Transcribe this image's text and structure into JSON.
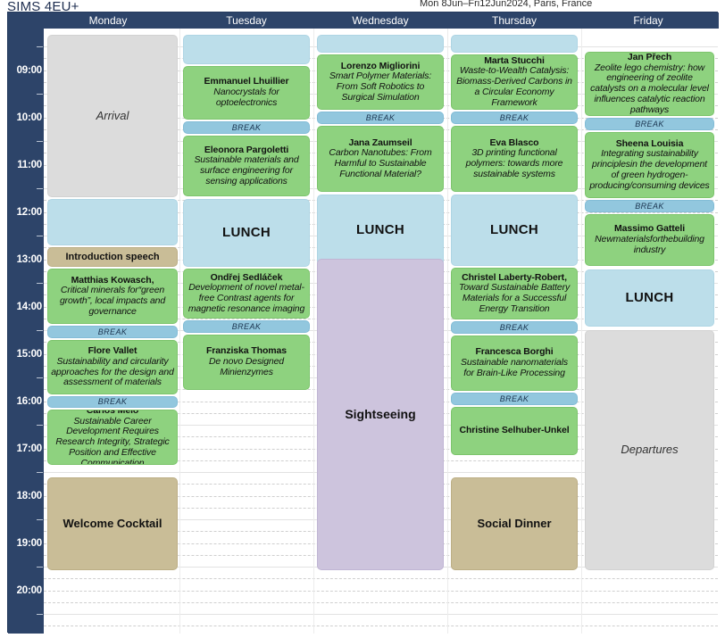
{
  "header": {
    "brand": "SIMS 4EU+",
    "date_range": "Mon 8Jun–Fri12Jun2024, Paris, France"
  },
  "days": [
    {
      "label": "Monday"
    },
    {
      "label": "Tuesday"
    },
    {
      "label": "Wednesday"
    },
    {
      "label": "Thursday"
    },
    {
      "label": "Friday"
    }
  ],
  "time_labels": [
    "09:00",
    "10:00",
    "11:00",
    "12:00",
    "13:00",
    "14:00",
    "15:00",
    "16:00",
    "17:00",
    "18:00",
    "19:00",
    "20:00"
  ],
  "labels": {
    "break": "BREAK",
    "lunch": "LUNCH"
  },
  "events": {
    "mon_arrival": {
      "speaker": "Arrival",
      "title": ""
    },
    "mon_intro": {
      "speaker": "Introduction speech",
      "title": ""
    },
    "mon_kowasch": {
      "speaker": "Matthias Kowasch,",
      "title": "Critical minerals for“green growth”, local impacts and governance"
    },
    "mon_break1": {
      "speaker": "BREAK",
      "title": ""
    },
    "mon_vallet": {
      "speaker": "Flore Vallet",
      "title": "Sustainability and circularity approaches for the design and assessment of materials"
    },
    "mon_break2": {
      "speaker": "BREAK",
      "title": ""
    },
    "mon_melo": {
      "speaker": "Carlos Melo",
      "title": "Sustainable Career Development Requires Research Integrity, Strategic Position and Effective Communication"
    },
    "mon_cocktail": {
      "speaker": "Welcome Cocktail",
      "title": ""
    },
    "tue_lhuillier": {
      "speaker": "Emmanuel Lhuillier",
      "title": "Nanocrystals for optoelectronics"
    },
    "tue_break1": {
      "speaker": "BREAK",
      "title": ""
    },
    "tue_pargoletti": {
      "speaker": "Eleonora Pargoletti",
      "title": "Sustainable materials and surface engineering for sensing applications"
    },
    "tue_lunch": {
      "speaker": "LUNCH",
      "title": ""
    },
    "tue_sedlacek": {
      "speaker": "Ondřej Sedláček",
      "title": "Development of novel metal-free Contrast agents for magnetic resonance imaging"
    },
    "tue_break2": {
      "speaker": "BREAK",
      "title": ""
    },
    "tue_thomas": {
      "speaker": "Franziska Thomas",
      "title": "De novo Designed Minienzymes"
    },
    "wed_migliorini": {
      "speaker": "Lorenzo Migliorini",
      "title": "Smart Polymer Materials: From Soft Robotics to Surgical Simulation"
    },
    "wed_break1": {
      "speaker": "BREAK",
      "title": ""
    },
    "wed_zaumseil": {
      "speaker": "Jana Zaumseil",
      "title": "Carbon Nanotubes: From Harmful to Sustainable Functional Material?"
    },
    "wed_lunch": {
      "speaker": "LUNCH",
      "title": ""
    },
    "wed_sightseeing": {
      "speaker": "Sightseeing",
      "title": ""
    },
    "thu_stucchi": {
      "speaker": "Marta Stucchi",
      "title": "Waste-to-Wealth Catalysis: Biomass-Derived Carbons in a Circular Economy Framework"
    },
    "thu_break1": {
      "speaker": "BREAK",
      "title": ""
    },
    "thu_blasco": {
      "speaker": "Eva Blasco",
      "title": "3D printing functional polymers: towards more sustainable systems"
    },
    "thu_lunch": {
      "speaker": "LUNCH",
      "title": ""
    },
    "thu_laberty": {
      "speaker": "Christel Laberty-Robert,",
      "title": "Toward Sustainable Battery Materials for a Successful Energy Transition"
    },
    "thu_break2": {
      "speaker": "BREAK",
      "title": ""
    },
    "thu_borghi": {
      "speaker": "Francesca Borghi",
      "title": "Sustainable nanomaterials for Brain-Like Processing"
    },
    "thu_break3": {
      "speaker": "BREAK",
      "title": ""
    },
    "thu_selhuber": {
      "speaker": "Christine Selhuber-Unkel",
      "title": ""
    },
    "thu_dinner": {
      "speaker": "Social Dinner",
      "title": ""
    },
    "fri_prech": {
      "speaker": "Jan Přech",
      "title": "Zeolite lego chemistry: how engineering of zeolite catalysts on a molecular level influences catalytic reaction pathways"
    },
    "fri_break1": {
      "speaker": "BREAK",
      "title": ""
    },
    "fri_louisia": {
      "speaker": "Sheena Louisia",
      "title": "Integrating sustainability principlesin the development of green hydrogen-producing/consuming devices"
    },
    "fri_break2": {
      "speaker": "BREAK",
      "title": ""
    },
    "fri_gatteli": {
      "speaker": "Massimo Gatteli",
      "title": "Newmaterialsforthebuilding industry"
    },
    "fri_lunch": {
      "speaker": "LUNCH",
      "title": ""
    },
    "fri_departures": {
      "speaker": "Departures",
      "title": ""
    }
  },
  "colors": {
    "frame": "#2d4469",
    "talk": "#8ed27f",
    "break": "#92c7de",
    "lunch": "#bcdeea",
    "social": "#c9bd97",
    "neutral": "#dcdcdc",
    "tour": "#cdc4dd"
  }
}
